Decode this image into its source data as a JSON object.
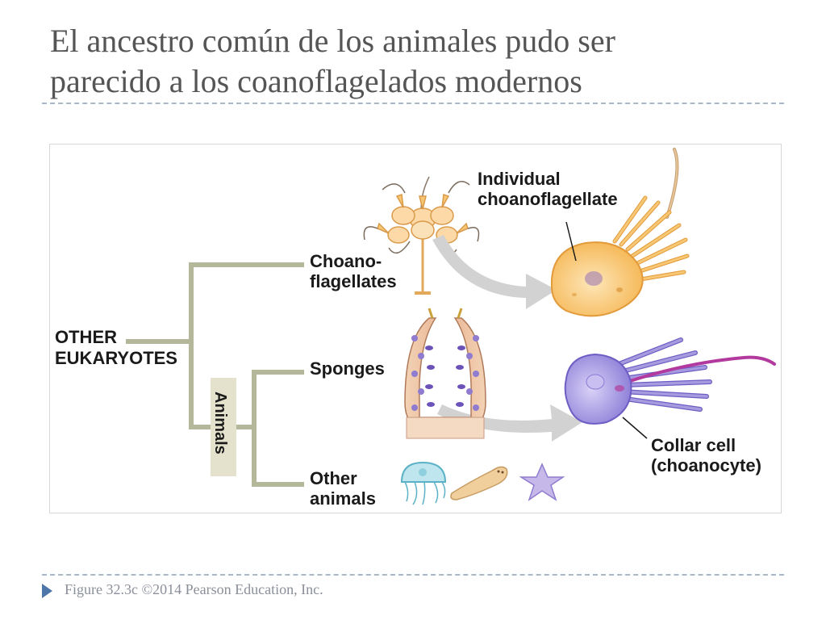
{
  "slide": {
    "title_line1": "El ancestro común de los animales pudo ser",
    "title_line2": "parecido a los coanoflagelados modernos",
    "footer": "Figure 32.3c ©2014 Pearson Education, Inc."
  },
  "diagram": {
    "labels": {
      "other_eukaryotes_1": "OTHER",
      "other_eukaryotes_2": "EUKARYOTES",
      "choano_1": "Choano-",
      "choano_2": "flagellates",
      "sponges": "Sponges",
      "other_animals_1": "Other",
      "other_animals_2": "animals",
      "animals": "Animals",
      "individual_1": "Individual",
      "individual_2": "choanoflagellate",
      "collar_1": "Collar cell",
      "collar_2": "(choanocyte)"
    },
    "colors": {
      "tree_line": "#b5b79a",
      "animals_box": "#e4e2cc",
      "choano_cell": "#f8c774",
      "choano_outline": "#e29a3a",
      "collar_cell": "#a79be0",
      "collar_outline": "#6e5dc4",
      "flagellum_collar": "#b23a9e",
      "arrow": "#d2d2d2"
    }
  }
}
